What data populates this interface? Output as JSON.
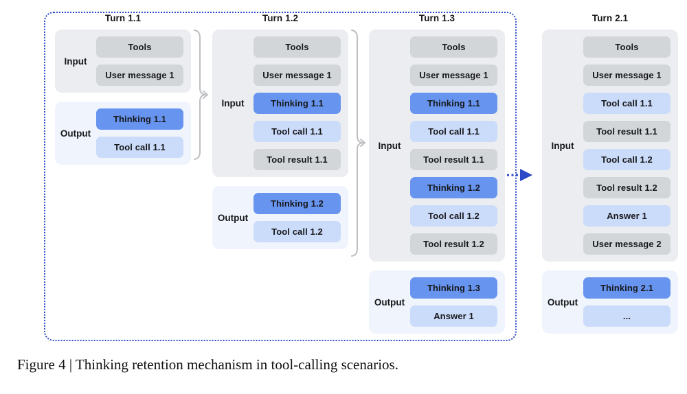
{
  "figure": {
    "caption": "Figure 4 | Thinking retention mechanism in tool-calling scenarios."
  },
  "colors": {
    "frame_blue": "#2b49c7",
    "panel_input_bg": "#ebedf0",
    "panel_output_bg": "#f0f4fc",
    "block_context": "#d3d6d9",
    "block_thinking": "#6794ef",
    "block_response": "#cbdbfa",
    "bracket_gray": "#bdbfc3",
    "text_dark": "#17181a"
  },
  "labels": {
    "input": "Input",
    "output": "Output"
  },
  "turns": [
    {
      "title": "Turn 1.1",
      "input": {
        "label": "Input",
        "items": [
          {
            "label": "Tools",
            "type": "context"
          },
          {
            "label": "User message 1",
            "type": "context"
          }
        ]
      },
      "output": {
        "label": "Output",
        "items": [
          {
            "label": "Thinking 1.1",
            "type": "thinking"
          },
          {
            "label": "Tool call 1.1",
            "type": "response"
          }
        ]
      }
    },
    {
      "title": "Turn 1.2",
      "input": {
        "label": "Input",
        "items": [
          {
            "label": "Tools",
            "type": "context"
          },
          {
            "label": "User message 1",
            "type": "context"
          },
          {
            "label": "Thinking 1.1",
            "type": "thinking"
          },
          {
            "label": "Tool call 1.1",
            "type": "response"
          },
          {
            "label": "Tool result 1.1",
            "type": "context"
          }
        ]
      },
      "output": {
        "label": "Output",
        "items": [
          {
            "label": "Thinking 1.2",
            "type": "thinking"
          },
          {
            "label": "Tool call 1.2",
            "type": "response"
          }
        ]
      }
    },
    {
      "title": "Turn 1.3",
      "input": {
        "label": "Input",
        "items": [
          {
            "label": "Tools",
            "type": "context"
          },
          {
            "label": "User message 1",
            "type": "context"
          },
          {
            "label": "Thinking 1.1",
            "type": "thinking"
          },
          {
            "label": "Tool call 1.1",
            "type": "response"
          },
          {
            "label": "Tool result 1.1",
            "type": "context"
          },
          {
            "label": "Thinking 1.2",
            "type": "thinking"
          },
          {
            "label": "Tool call 1.2",
            "type": "response"
          },
          {
            "label": "Tool result 1.2",
            "type": "context"
          }
        ]
      },
      "output": {
        "label": "Output",
        "items": [
          {
            "label": "Thinking 1.3",
            "type": "thinking"
          },
          {
            "label": "Answer 1",
            "type": "response"
          }
        ]
      }
    },
    {
      "title": "Turn 2.1",
      "input": {
        "label": "Input",
        "items": [
          {
            "label": "Tools",
            "type": "context"
          },
          {
            "label": "User message 1",
            "type": "context"
          },
          {
            "label": "Tool call 1.1",
            "type": "response"
          },
          {
            "label": "Tool result 1.1",
            "type": "context"
          },
          {
            "label": "Tool call 1.2",
            "type": "response"
          },
          {
            "label": "Tool result 1.2",
            "type": "context"
          },
          {
            "label": "Answer 1",
            "type": "response"
          },
          {
            "label": "User message 2",
            "type": "context"
          }
        ]
      },
      "output": {
        "label": "Output",
        "items": [
          {
            "label": "Thinking 2.1",
            "type": "thinking"
          },
          {
            "label": "...",
            "type": "response"
          }
        ]
      }
    }
  ]
}
